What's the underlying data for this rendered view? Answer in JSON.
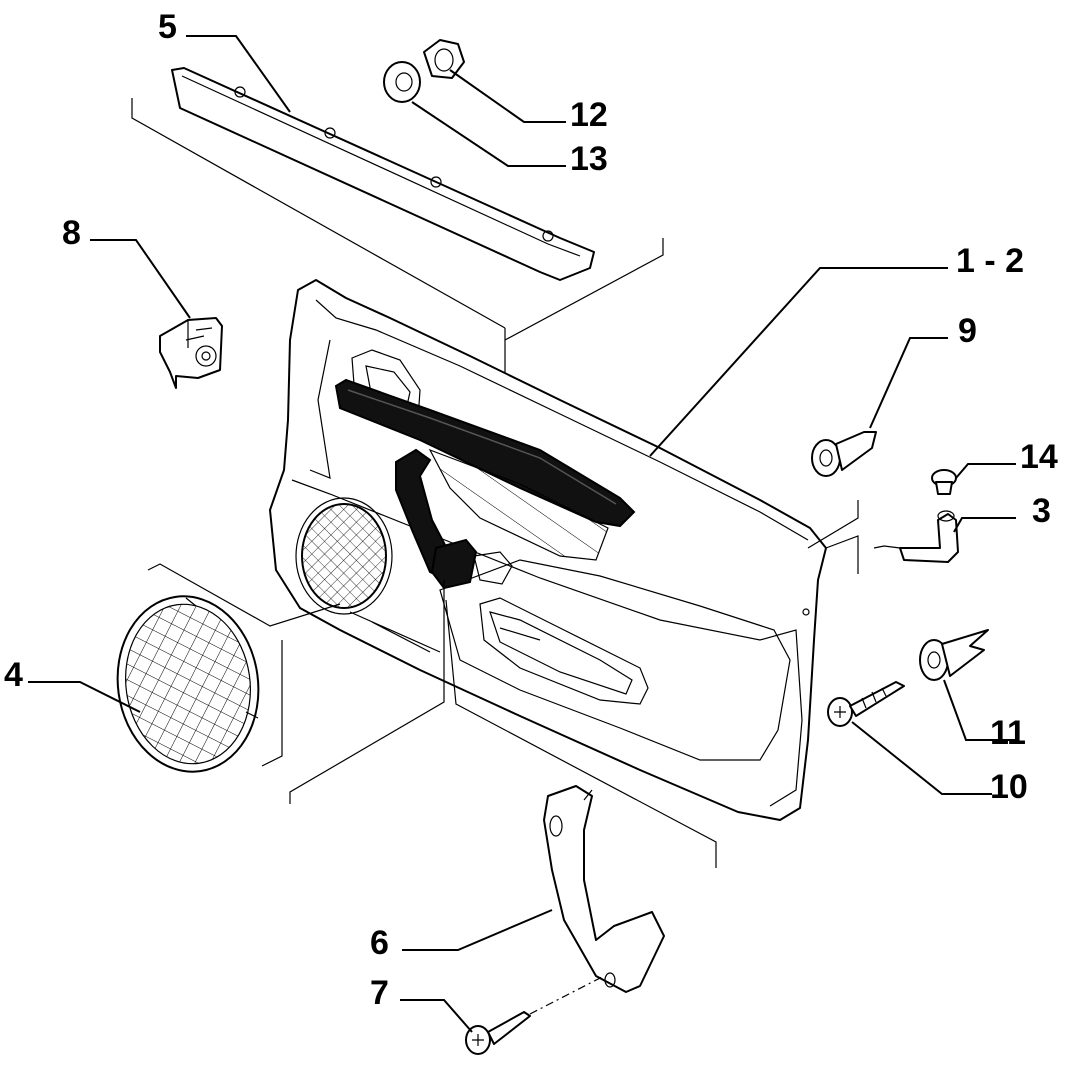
{
  "diagram": {
    "callouts": [
      {
        "id": "5",
        "label": "5"
      },
      {
        "id": "12",
        "label": "12"
      },
      {
        "id": "13",
        "label": "13"
      },
      {
        "id": "8",
        "label": "8"
      },
      {
        "id": "1-2",
        "label": "1 - 2"
      },
      {
        "id": "9",
        "label": "9"
      },
      {
        "id": "14",
        "label": "14"
      },
      {
        "id": "3",
        "label": "3"
      },
      {
        "id": "4",
        "label": "4"
      },
      {
        "id": "11",
        "label": "11"
      },
      {
        "id": "10",
        "label": "10"
      },
      {
        "id": "6",
        "label": "6"
      },
      {
        "id": "7",
        "label": "7"
      }
    ]
  }
}
